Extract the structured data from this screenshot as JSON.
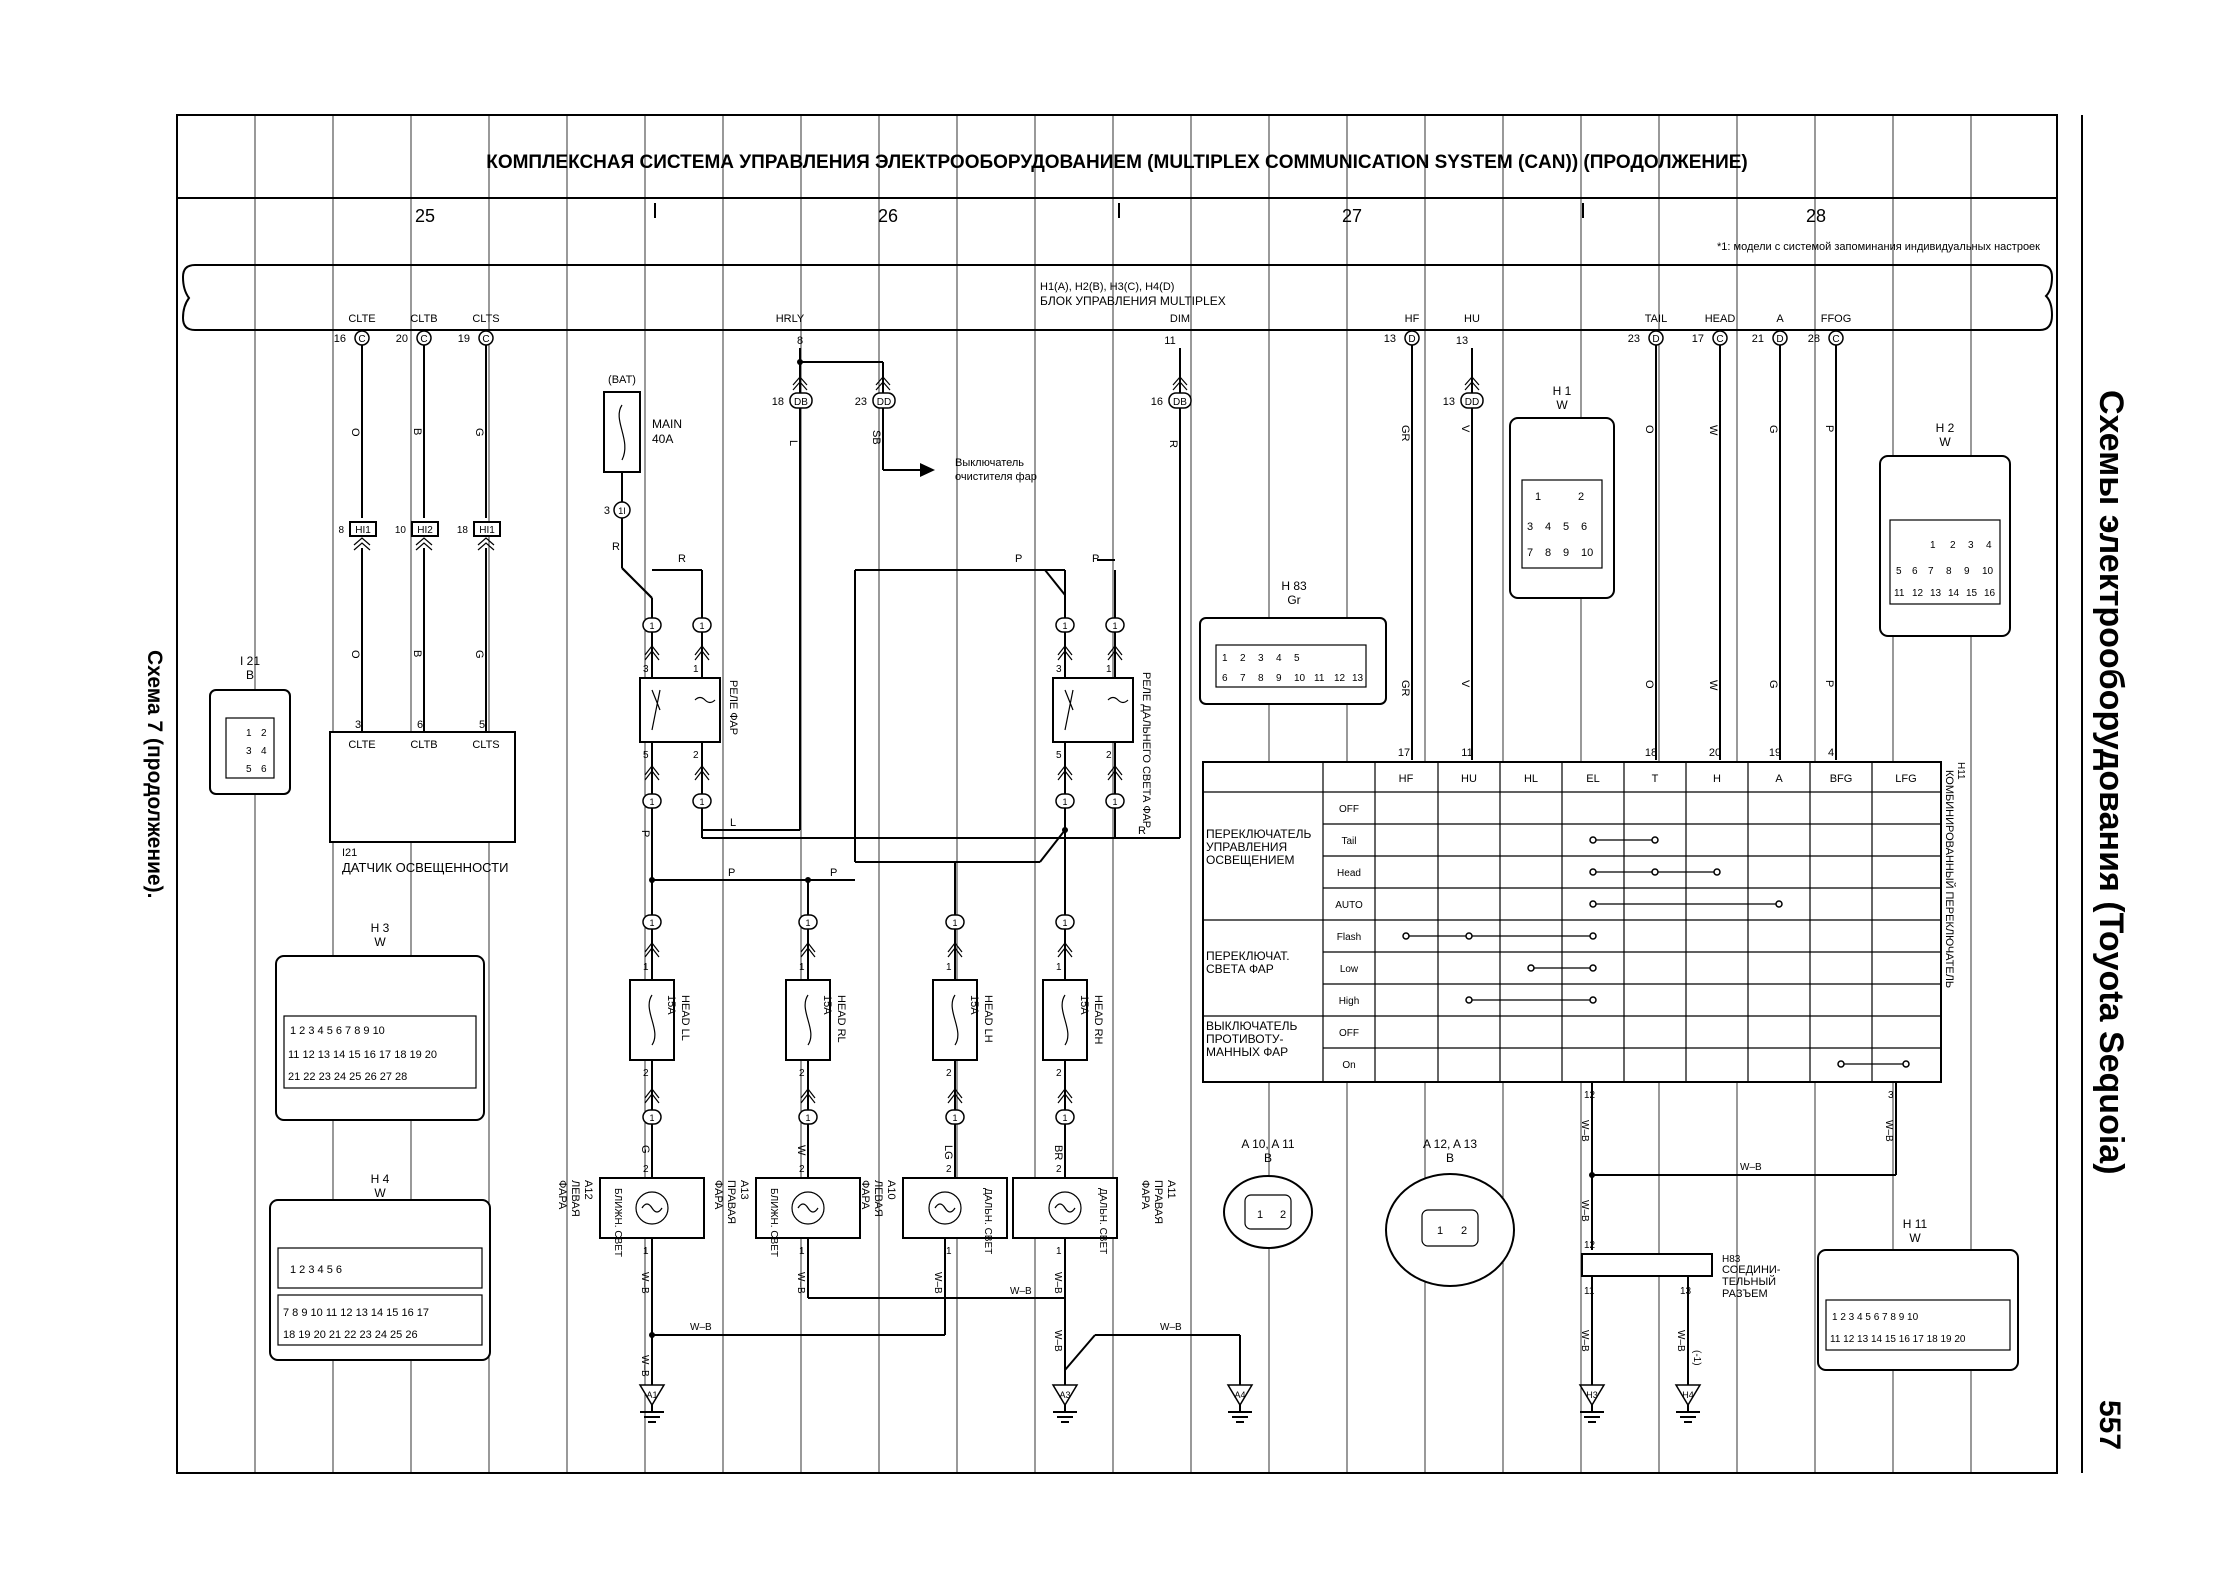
{
  "title": "КОМПЛЕКСНАЯ СИСТЕМА УПРАВЛЕНИЯ ЭЛЕКТРООБОРУДОВАНИЕМ (MULTIPLEX COMMUNICATION SYSTEM (CAN)) (ПРОДОЛЖЕНИЕ)",
  "columns": [
    "25",
    "26",
    "27",
    "28"
  ],
  "footnote": "*1: модели с системой запоминания индивидуальных настроек",
  "side": {
    "book_title": "Схемы электрооборудования (Toyota Sequoia)",
    "page_number": "557",
    "left_caption": "Схема 7 (продолжение)."
  },
  "multiplex": {
    "ids": "H1(A), H2(B), H3(C), H4(D)",
    "name": "БЛОК УПРАВЛЕНИЯ MULTIPLEX",
    "terminals": [
      {
        "name": "CLTE",
        "pin": "16",
        "conn": "C"
      },
      {
        "name": "CLTB",
        "pin": "20",
        "conn": "C"
      },
      {
        "name": "CLTS",
        "pin": "19",
        "conn": "C"
      },
      {
        "name": "HRLY",
        "pin": "8",
        "conn": ""
      },
      {
        "name": "DIM",
        "pin": "11",
        "conn": ""
      },
      {
        "name": "HF",
        "pin": "13",
        "conn": "D"
      },
      {
        "name": "HU",
        "pin": "13",
        "conn": ""
      },
      {
        "name": "TAIL",
        "pin": "23",
        "conn": "D"
      },
      {
        "name": "HEAD",
        "pin": "17",
        "conn": "C"
      },
      {
        "name": "A",
        "pin": "21",
        "conn": "D"
      },
      {
        "name": "FFOG",
        "pin": "28",
        "conn": "C"
      }
    ]
  },
  "db_connectors": [
    {
      "pin": "18",
      "label": "DB"
    },
    {
      "pin": "23",
      "label": "DD"
    },
    {
      "pin": "16",
      "label": "DB"
    },
    {
      "pin": "13",
      "label": "DD"
    }
  ],
  "wire_colors": {
    "clte": "O",
    "cltb": "B",
    "clts": "G",
    "hrly": "L",
    "sb": "SB",
    "dim": "R",
    "hf": "GR",
    "hu": "V",
    "tail": "O",
    "head": "W",
    "a": "G",
    "ffog": "P"
  },
  "hi_connectors": [
    {
      "pin": "8",
      "label": "HI1"
    },
    {
      "pin": "10",
      "label": "HI2"
    },
    {
      "pin": "18",
      "label": "HI1"
    }
  ],
  "sensor": {
    "id": "I21",
    "name": "ДАТЧИК ОСВЕЩЕННОСТИ",
    "pins": [
      {
        "pin": "3",
        "name": "CLTE"
      },
      {
        "pin": "6",
        "name": "CLTB"
      },
      {
        "pin": "5",
        "name": "CLTS"
      }
    ]
  },
  "main_fuse": {
    "source": "(BAT)",
    "name": "MAIN",
    "rating": "40A",
    "pin": "3",
    "conn": "1I"
  },
  "wiper_switch": [
    "Выключатель",
    "очистителя фар"
  ],
  "relays": [
    {
      "name": "РЕЛЕ ФАР",
      "pins": [
        "3",
        "1",
        "5",
        "2"
      ]
    },
    {
      "name": "РЕЛЕ ДАЛЬНЕГО СВЕТА ФАР",
      "pins": [
        "3",
        "1",
        "5",
        "2"
      ]
    }
  ],
  "fuses": [
    {
      "name": "HEAD LL",
      "rating": "15A",
      "wire": "G"
    },
    {
      "name": "HEAD RL",
      "rating": "15A",
      "wire": "W"
    },
    {
      "name": "HEAD LH",
      "rating": "15A",
      "wire": "LG"
    },
    {
      "name": "HEAD RH",
      "rating": "15A",
      "wire": "BR"
    }
  ],
  "lamps": [
    {
      "id": "A12",
      "side": "ЛЕВАЯ",
      "type": "ФАРА",
      "beam": "БЛИЖН. СВЕТ"
    },
    {
      "id": "A13",
      "side": "ПРАВАЯ",
      "type": "ФАРА",
      "beam": "БЛИЖН. СВЕТ"
    },
    {
      "id": "A10",
      "side": "ЛЕВАЯ",
      "type": "ФАРА",
      "beam": "ДАЛЬН. СВЕТ"
    },
    {
      "id": "A11",
      "side": "ПРАВАЯ",
      "type": "ФАРА",
      "beam": "ДАЛЬН. СВЕТ"
    }
  ],
  "grounds": [
    "A1",
    "A3",
    "A4",
    "H3",
    "H4"
  ],
  "ground_wire": "W–B",
  "combo_switch": {
    "id": "H11",
    "name": "КОМБИНИРОВАННЫЙ ПЕРЕКЛЮЧАТЕЛЬ",
    "columns": [
      "HF",
      "HU",
      "HL",
      "EL",
      "T",
      "H",
      "A",
      "BFG",
      "LFG"
    ],
    "pins": [
      "17",
      "11",
      "",
      "",
      "18",
      "20",
      "19",
      "4",
      ""
    ],
    "groups": [
      {
        "name": "ПЕРЕКЛЮЧАТЕЛЬ УПРАВЛЕНИЯ ОСВЕЩЕНИЕМ",
        "rows": [
          "OFF",
          "Tail",
          "Head",
          "AUTO"
        ]
      },
      {
        "name": "ПЕРЕКЛЮЧАТ. СВЕТА ФАР",
        "rows": [
          "Flash",
          "Low",
          "High"
        ]
      },
      {
        "name": "ВЫКЛЮЧАТЕЛЬ ПРОТИВОТУ-МАННЫХ ФАР",
        "rows": [
          "OFF",
          "On"
        ]
      }
    ],
    "bottom_pins": [
      "12",
      "3"
    ]
  },
  "junction": {
    "id": "H83",
    "name": "СОЕДИНИ-ТЕЛЬНЫЙ РАЗЪЕМ",
    "pins": [
      "12",
      "11",
      "13"
    ],
    "note": "(-1)"
  },
  "connector_views": [
    {
      "id": "I 21",
      "color": "B"
    },
    {
      "id": "H 83",
      "color": "Gr"
    },
    {
      "id": "H 1",
      "color": "W"
    },
    {
      "id": "H 2",
      "color": "W"
    },
    {
      "id": "H 3",
      "color": "W"
    },
    {
      "id": "H 4",
      "color": "W"
    },
    {
      "id": "A 10, A 11",
      "color": "B"
    },
    {
      "id": "A 12, A 13",
      "color": "B"
    },
    {
      "id": "H 11",
      "color": "W"
    }
  ]
}
